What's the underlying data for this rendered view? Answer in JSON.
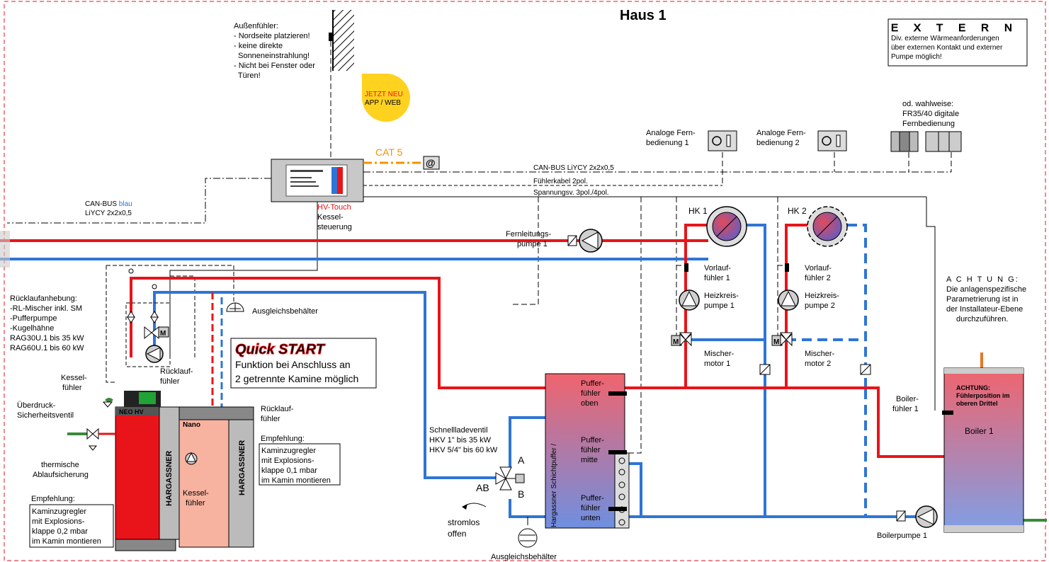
{
  "title": "Haus 1",
  "extern": {
    "heading": "EXTERN",
    "lines": [
      "Div. externe Wärmeanforderungen",
      "über externen Kontakt und externer",
      "Pumpe möglich!"
    ]
  },
  "outdoor_sensor": {
    "lines": [
      "Außenfühler:",
      "- Nordseite platzieren!",
      "- keine direkte",
      "  Sonneneinstrahlung!",
      "- Nicht bei Fenster oder",
      "  Türen!"
    ]
  },
  "badge": {
    "line1": "JETZT NEU",
    "line2": "APP / WEB"
  },
  "cat5": "CAT 5",
  "remote_options": {
    "analog1": [
      "Analoge Fern-",
      "bedienung 1"
    ],
    "analog2": [
      "Analoge Fern-",
      "bedienung 2"
    ],
    "digital": [
      "od. wahlweise:",
      "FR35/40 digitale",
      "Fernbedienung"
    ]
  },
  "bus_labels": {
    "canbus": "CAN-BUS LiYCY 2x2x0,5",
    "fuehlerkabel": "Fühlerkabel 2pol.",
    "spannung": "Spannungsv. 3pol./4pol.",
    "canbus_blau_1": "CAN-BUS ",
    "canbus_blau_2": "blau",
    "canbus_blau_3": "LiYCY 2x2x0,5"
  },
  "controller": {
    "name": "HV-Touch",
    "line2": "Kessel-",
    "line3": "steuerung"
  },
  "pump_line": [
    "Fernleitungs-",
    "pumpe 1"
  ],
  "circuits": {
    "hk1": "HK 1",
    "hk2": "HK 2",
    "vorlauf1": [
      "Vorlauf-",
      "fühler 1"
    ],
    "vorlauf2": [
      "Vorlauf-",
      "fühler 2"
    ],
    "heizkreis1": [
      "Heizkreis-",
      "pumpe 1"
    ],
    "heizkreis2": [
      "Heizkreis-",
      "pumpe 2"
    ],
    "mischer1": [
      "Mischer-",
      "motor 1"
    ],
    "mischer2": [
      "Mischer-",
      "motor 2"
    ]
  },
  "achtung": [
    "A C H T U N G:",
    "Die anlagenspezifische",
    "Parametrierung ist in",
    "der Installateur-Ebene",
    "durchzuführen."
  ],
  "ruecklauf": [
    "Rücklaufanhebung:",
    "-RL-Mischer inkl. SM",
    "-Pufferpumpe",
    "-Kugelhähne",
    "RAG30U.1 bis 35 kW",
    "RAG60U.1 bis 60 kW"
  ],
  "ausgleich_top": "Ausgleichsbehälter",
  "ausgleich_bottom": "Ausgleichsbehälter",
  "quickstart": {
    "heading": "Quick START",
    "line1": "Funktion bei Anschluss an",
    "line2": "2 getrennte Kamine möglich"
  },
  "kessel_fuehler_left": [
    "Kessel-",
    "fühler"
  ],
  "ruecklauf_fuehler_1": [
    "Rücklauf-",
    "fühler"
  ],
  "ruecklauf_fuehler_2": [
    "Rücklauf-",
    "fühler"
  ],
  "safety_valve": [
    "Überdruck-",
    "Sicherheitsventil"
  ],
  "thermal": [
    "thermische",
    "Ablaufsicherung"
  ],
  "empf_left": {
    "heading": "Empfehlung:",
    "lines": [
      "Kaminzugregler",
      "mit Explosions-",
      "klappe 0,2 mbar",
      "im Kamin montieren"
    ]
  },
  "empf_right": {
    "heading": "Empfehlung:",
    "lines": [
      "Kaminzugregler",
      "mit Explosions-",
      "klappe 0,1 mbar",
      "im Kamin montieren"
    ]
  },
  "boiler_brand": "NEO HV",
  "nano": "Nano",
  "brand_vertical": "HARGASSNER",
  "kessel_fuehler_2": [
    "Kessel-",
    "fühler"
  ],
  "schnellladeventil": [
    "Schnellladeventil",
    "HKV 1\" bis 35 kW",
    "HKV 5/4\" bis 60 kW"
  ],
  "valve_ports": {
    "a": "A",
    "b": "B",
    "ab": "AB"
  },
  "stromlos": [
    "stromlos",
    "offen"
  ],
  "buffer": {
    "vertical_label": "Hargassner Schichtpuffer /",
    "oben": [
      "Puffer-",
      "fühler",
      "oben"
    ],
    "mitte": [
      "Puffer-",
      "fühler",
      "mitte"
    ],
    "unten": [
      "Puffer-",
      "fühler",
      "unten"
    ]
  },
  "boiler": {
    "warning_1": "ACHTUNG:",
    "warning_2": "Fühlerposition im",
    "warning_3": "oberen Drittel",
    "name": "Boiler 1",
    "fuehler": [
      "Boiler-",
      "fühler 1"
    ],
    "pump": "Boilerpumpe 1"
  },
  "colors": {
    "supply": "#e8141a",
    "return": "#2e75d6",
    "frame": "#e8141a",
    "buffer_top": "#f0646e",
    "buffer_bottom": "#6f8fe0"
  }
}
